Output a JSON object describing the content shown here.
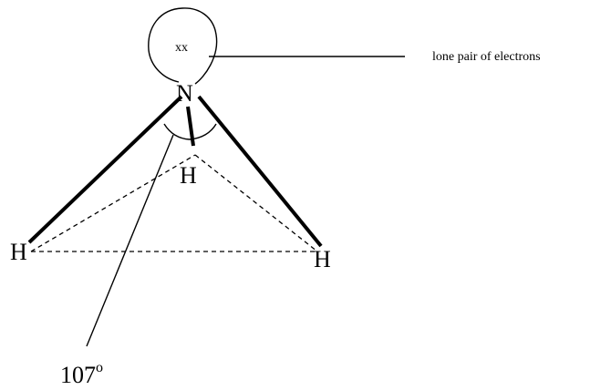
{
  "atoms": {
    "nitrogen": "N",
    "hydrogen_back": "H",
    "hydrogen_left": "H",
    "hydrogen_right": "H"
  },
  "lone_pair": {
    "electrons": "xx",
    "label": "lone pair of electrons"
  },
  "bond_angle": {
    "value": "107",
    "unit_superscript": "o"
  }
}
